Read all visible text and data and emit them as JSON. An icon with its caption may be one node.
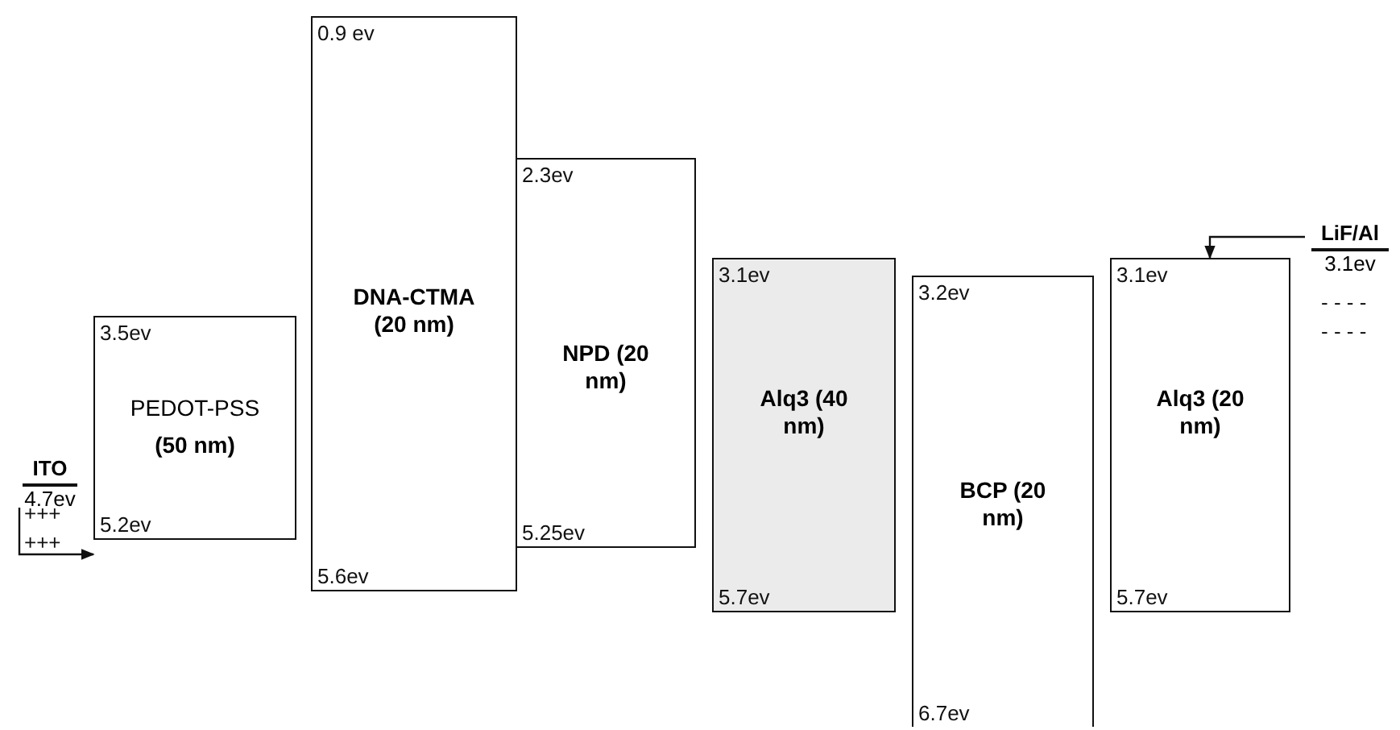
{
  "diagram": {
    "nodes": [
      {
        "text": [
          "ITO",
          "4.7ev"
        ]
      },
      {
        "text": [
          "3.5ev",
          "PEDOT-PSS",
          "(50 nm)",
          "5.2ev"
        ]
      },
      {
        "text": [
          "0.9 ev",
          "DNA-CTMA (20 nm)",
          "5.6ev"
        ]
      },
      {
        "text": [
          "2.3ev",
          "NPD (20 nm)",
          "5.25ev"
        ]
      },
      {
        "text": [
          "3.1ev",
          "Alq3 (40 nm)",
          "5.7ev"
        ]
      },
      {
        "text": [
          "3.2ev",
          "BCP (20 nm)",
          "6.7ev"
        ]
      },
      {
        "text": [
          "3.1ev",
          "Alq3 (20 nm)",
          "5.7ev"
        ]
      },
      {
        "text": [
          "LiF/Al",
          "3.1ev"
        ]
      }
    ],
    "edges": [
      {
        "from": 0,
        "to": 1,
        "arrow": "to"
      },
      {
        "from": 7,
        "to": 6,
        "arrow": "to"
      }
    ],
    "labels": [
      "+++",
      "+++",
      "- - - -",
      "- - - -"
    ]
  }
}
